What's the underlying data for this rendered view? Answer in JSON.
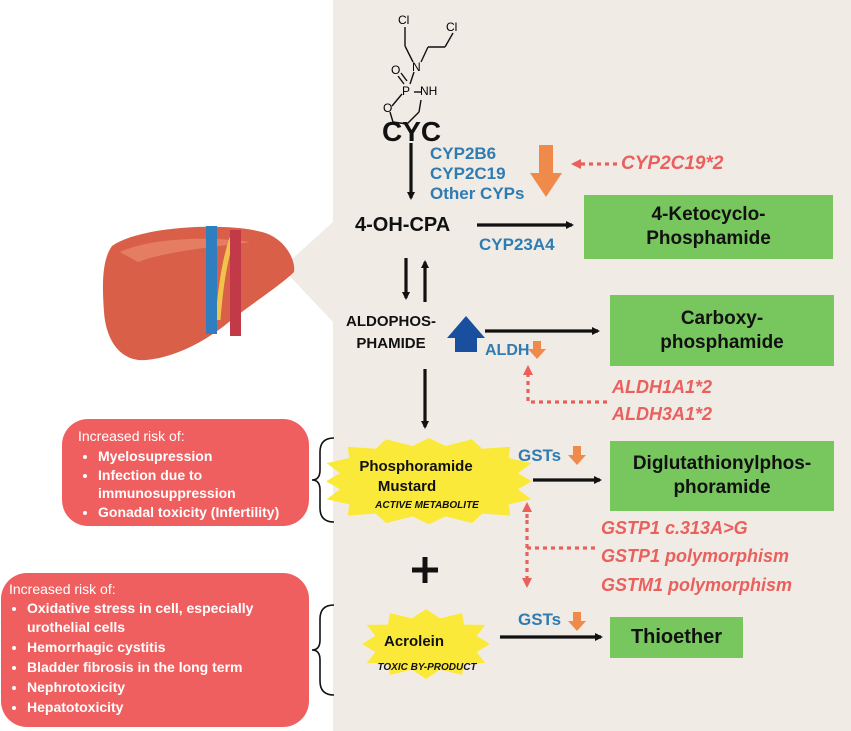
{
  "molecule": {
    "cl1": "Cl",
    "cl2": "Cl",
    "n": "N",
    "o_dbl": "O",
    "p": "P",
    "o_ring": "O",
    "nh": "NH",
    "name": "CYC"
  },
  "enzymes": {
    "cyp_block": [
      "CYP2B6",
      "CYP2C19",
      "Other CYPs"
    ],
    "cyp23a4": "CYP23A4",
    "aldh": "ALDH",
    "gsts1": "GSTs",
    "gsts2": "GSTs"
  },
  "metabolites": {
    "oh_cpa": "4-OH-CPA",
    "aldophos_1": "ALDOPHOS-",
    "aldophos_2": "PHAMIDE",
    "mustard_1": "Phosphoramide",
    "mustard_2": "Mustard",
    "mustard_tag": "ACTIVE METABOLITE",
    "acrolein": "Acrolein",
    "acrolein_tag": "TOXIC BY-PRODUCT",
    "plus": "+"
  },
  "products": {
    "keto_1": "4-Ketocyclo-",
    "keto_2": "Phosphamide",
    "carboxy_1": "Carboxy-",
    "carboxy_2": "phosphamide",
    "diglut_1": "Diglutathionylphos-",
    "diglut_2": "phoramide",
    "thioether": "Thioether"
  },
  "variants": {
    "cyp2c19": "CYP2C19*2",
    "aldh1a1": "ALDH1A1*2",
    "aldh3a1": "ALDH3A1*2",
    "gstp1_snp": "GSTP1 c.313A>G",
    "gstp1_poly": "GSTP1 polymorphism",
    "gstm1_poly": "GSTM1 polymorphism"
  },
  "risk_mustard": {
    "heading": "Increased risk of:",
    "items": [
      "Myelosupression",
      "Infection due to immunosuppression",
      "Gonadal toxicity (Infertility)"
    ]
  },
  "risk_acrolein": {
    "heading": "Increased risk of:",
    "items": [
      "Oxidative stress in cell, especially urothelial cells",
      "Hemorrhagic cystitis",
      "Bladder fibrosis in the long term",
      "Nephrotoxicity",
      "Hepatotoxicity"
    ]
  },
  "colors": {
    "panel": "#f1ebe6",
    "enzyme_blue": "#2e7cb2",
    "variant_red": "#e9605c",
    "product_green": "#77c65e",
    "risk_red": "#ef5f5f",
    "down_orange": "#f08a4b",
    "up_blue": "#1a4fa0",
    "burst_yellow": "#fbe93a",
    "liver": "#d95f48"
  }
}
